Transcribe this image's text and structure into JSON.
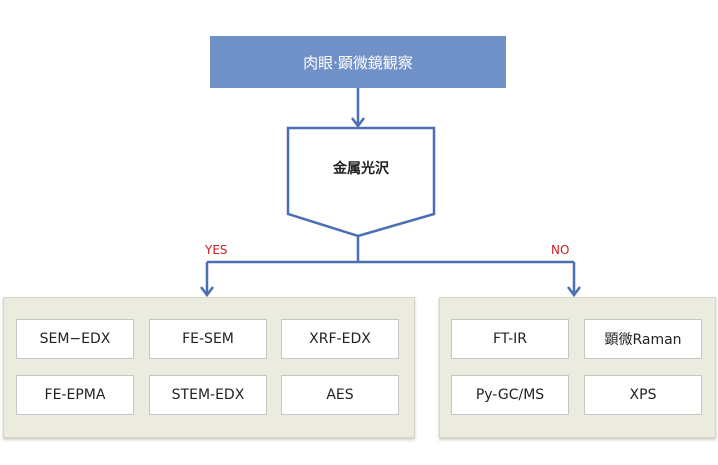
{
  "flow": {
    "start": "肉眼·顕微鏡観察",
    "decision": "金属光沢",
    "yes_label": "YES",
    "no_label": "NO"
  },
  "yes_methods": [
    "SEM−EDX",
    "FE-SEM",
    "XRF-EDX",
    "FE-EPMA",
    "STEM-EDX",
    "AES"
  ],
  "no_methods": [
    "FT-IR",
    "顕微Raman",
    "Py-GC/MS",
    "XPS"
  ],
  "colors": {
    "start_fill": "#7090c8",
    "connector": "#4a6fb5",
    "branch_label": "#cc1f1f",
    "panel": "#ecebe0"
  }
}
